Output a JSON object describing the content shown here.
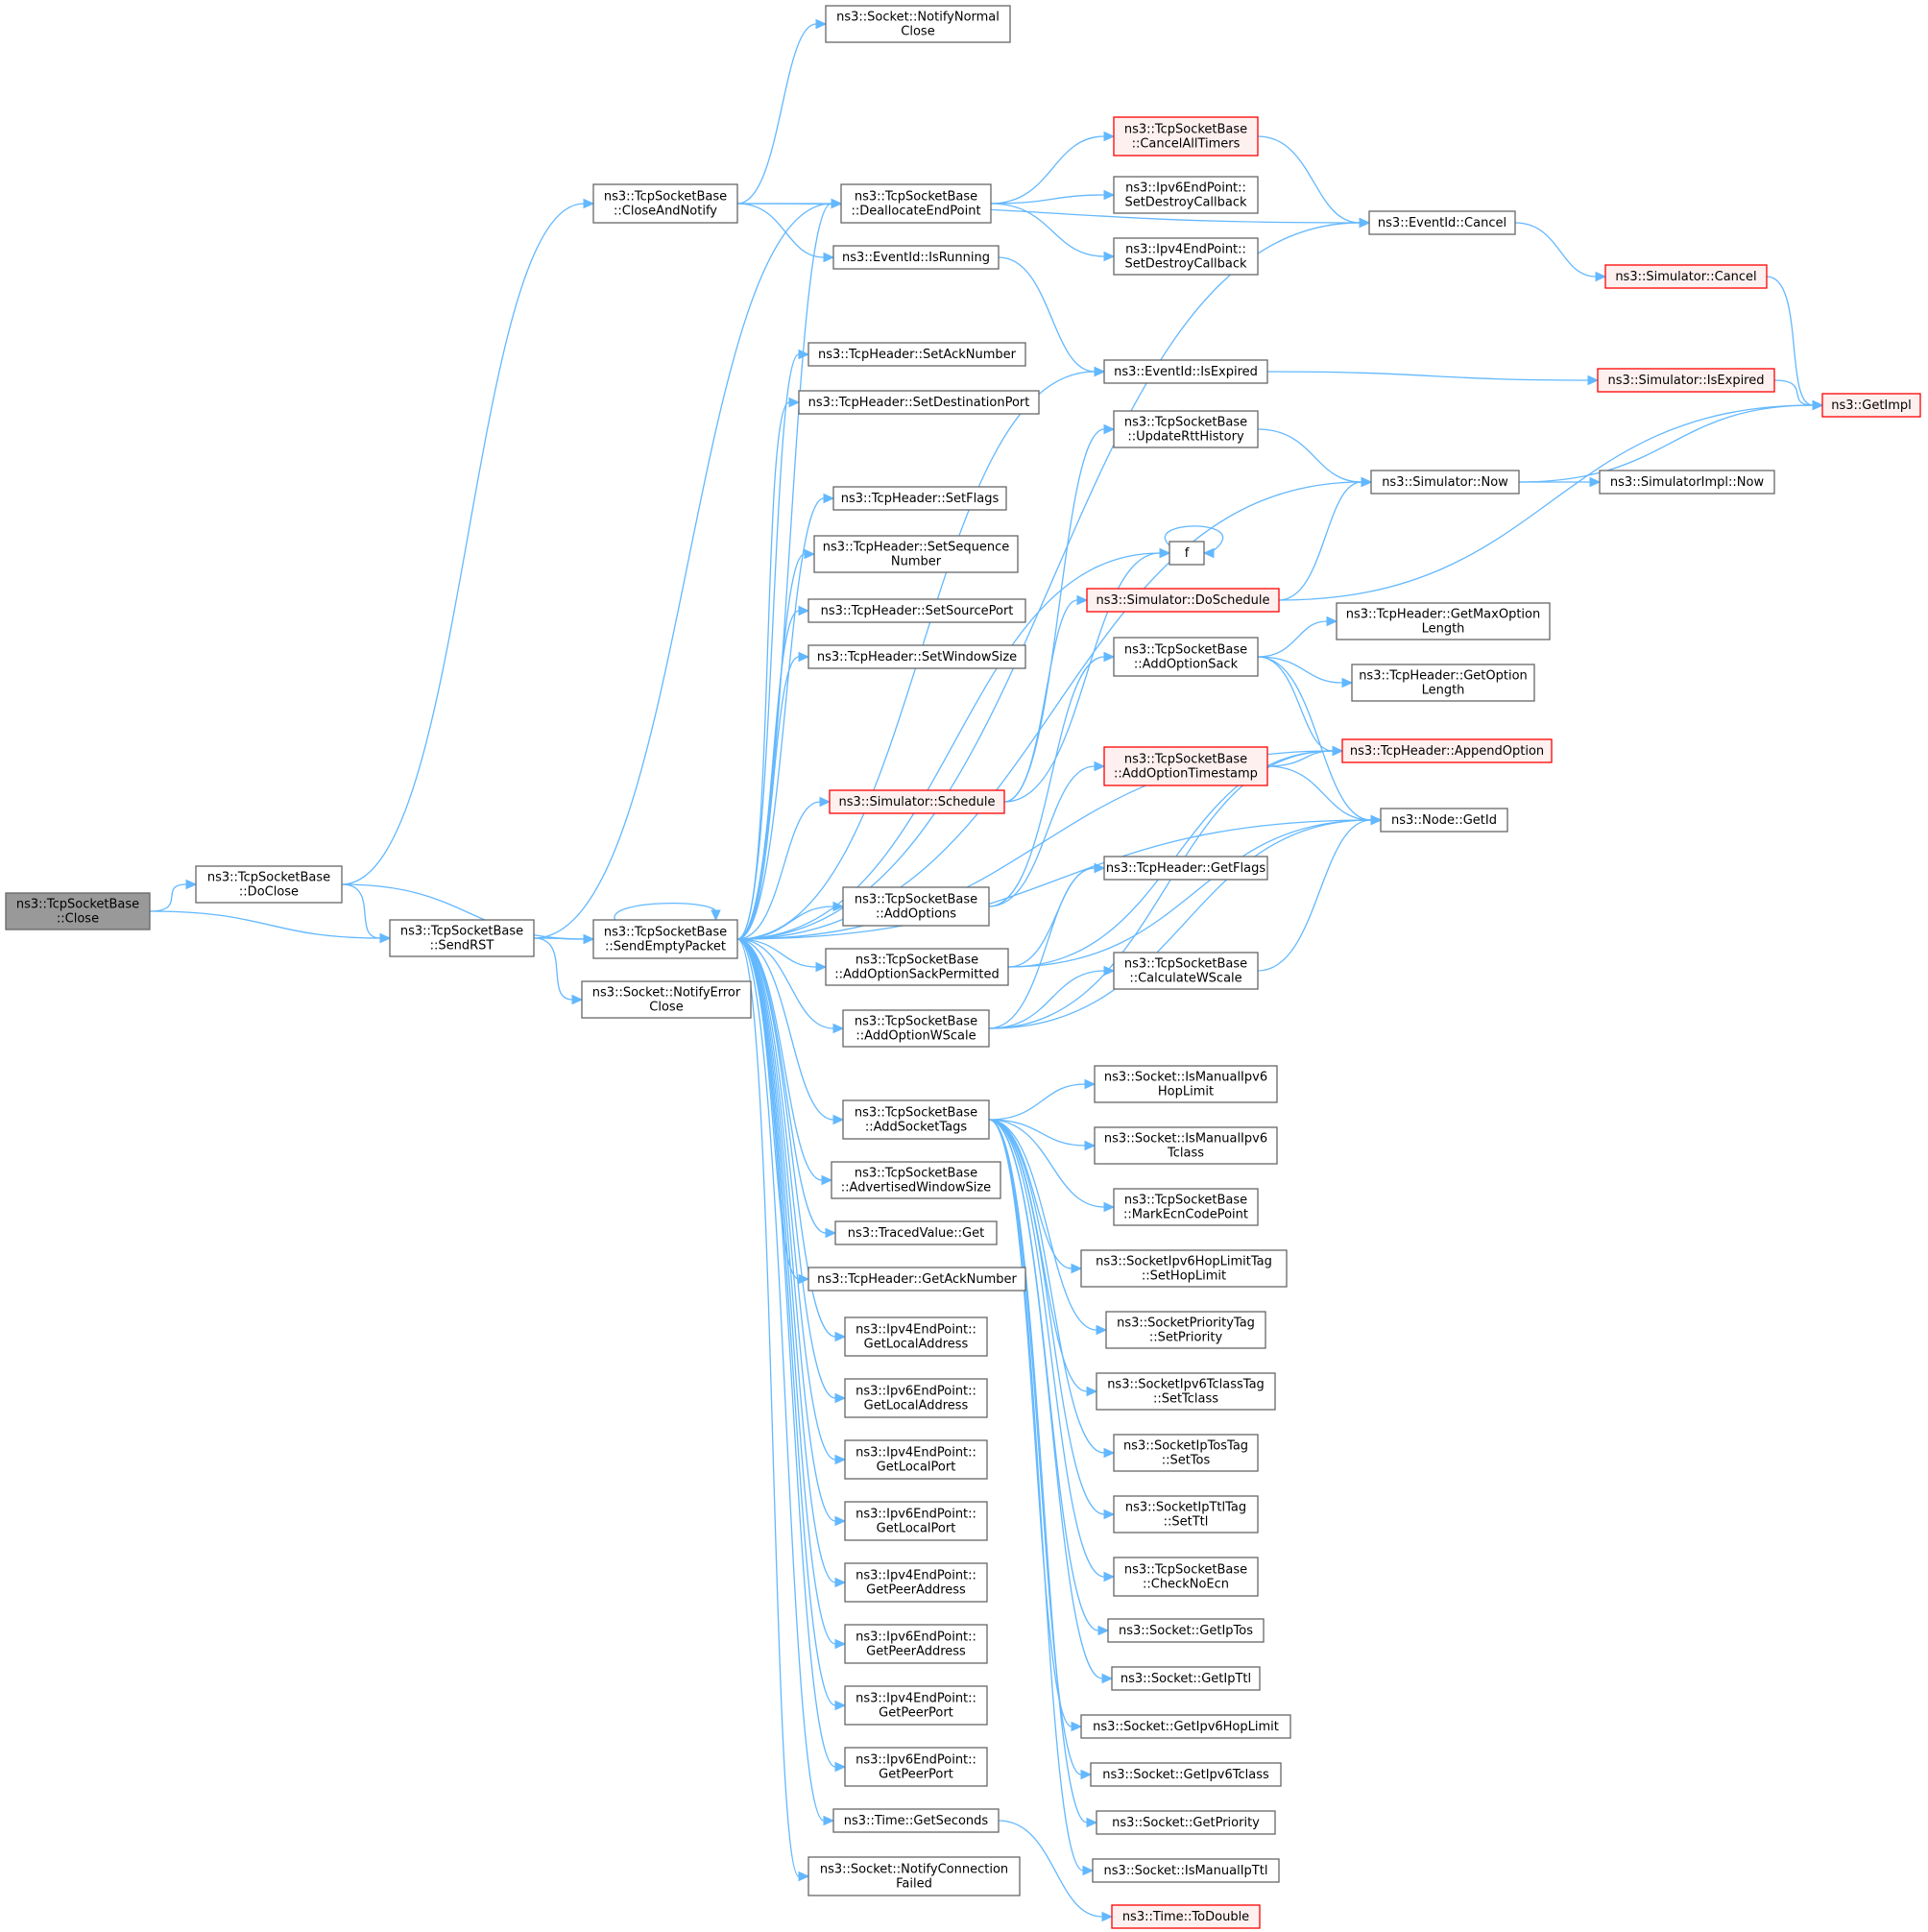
{
  "colors": {
    "edge": "#63b8ff",
    "border": "#666666",
    "truncated_border": "#ff0000",
    "truncated_fill": "#fff0f0",
    "root_fill": "#999999"
  },
  "nodes": [
    {
      "id": "close",
      "lines": [
        "ns3::TcpSocketBase",
        "::Close"
      ],
      "kind": "root"
    },
    {
      "id": "doclose",
      "lines": [
        "ns3::TcpSocketBase",
        "::DoClose"
      ],
      "kind": "normal"
    },
    {
      "id": "closeandnotify",
      "lines": [
        "ns3::TcpSocketBase",
        "::CloseAndNotify"
      ],
      "kind": "normal"
    },
    {
      "id": "sendrst",
      "lines": [
        "ns3::TcpSocketBase",
        "::SendRST"
      ],
      "kind": "normal"
    },
    {
      "id": "sendempty",
      "lines": [
        "ns3::TcpSocketBase",
        "::SendEmptyPacket"
      ],
      "kind": "normal"
    },
    {
      "id": "notifyerror",
      "lines": [
        "ns3::Socket::NotifyError",
        "Close"
      ],
      "kind": "normal"
    },
    {
      "id": "notifynormal",
      "lines": [
        "ns3::Socket::NotifyNormal",
        "Close"
      ],
      "kind": "normal"
    },
    {
      "id": "dealloc",
      "lines": [
        "ns3::TcpSocketBase",
        "::DeallocateEndPoint"
      ],
      "kind": "normal"
    },
    {
      "id": "isrunning",
      "lines": [
        "ns3::EventId::IsRunning"
      ],
      "kind": "normal"
    },
    {
      "id": "canceltimers",
      "lines": [
        "ns3::TcpSocketBase",
        "::CancelAllTimers"
      ],
      "kind": "trunc"
    },
    {
      "id": "ipv6destroy",
      "lines": [
        "ns3::Ipv6EndPoint::",
        "SetDestroyCallback"
      ],
      "kind": "normal"
    },
    {
      "id": "ipv4destroy",
      "lines": [
        "ns3::Ipv4EndPoint::",
        "SetDestroyCallback"
      ],
      "kind": "normal"
    },
    {
      "id": "eventcancel",
      "lines": [
        "ns3::EventId::Cancel"
      ],
      "kind": "normal"
    },
    {
      "id": "simcancel",
      "lines": [
        "ns3::Simulator::Cancel"
      ],
      "kind": "trunc"
    },
    {
      "id": "getimpl",
      "lines": [
        "ns3::GetImpl"
      ],
      "kind": "trunc"
    },
    {
      "id": "isexpired",
      "lines": [
        "ns3::EventId::IsExpired"
      ],
      "kind": "normal"
    },
    {
      "id": "simisexpired",
      "lines": [
        "ns3::Simulator::IsExpired"
      ],
      "kind": "trunc"
    },
    {
      "id": "setack",
      "lines": [
        "ns3::TcpHeader::SetAckNumber"
      ],
      "kind": "normal"
    },
    {
      "id": "setdst",
      "lines": [
        "ns3::TcpHeader::SetDestinationPort"
      ],
      "kind": "normal"
    },
    {
      "id": "setflags",
      "lines": [
        "ns3::TcpHeader::SetFlags"
      ],
      "kind": "normal"
    },
    {
      "id": "setseq",
      "lines": [
        "ns3::TcpHeader::SetSequence",
        "Number"
      ],
      "kind": "normal"
    },
    {
      "id": "setsrc",
      "lines": [
        "ns3::TcpHeader::SetSourcePort"
      ],
      "kind": "normal"
    },
    {
      "id": "setwin",
      "lines": [
        "ns3::TcpHeader::SetWindowSize"
      ],
      "kind": "normal"
    },
    {
      "id": "updatertt",
      "lines": [
        "ns3::TcpSocketBase",
        "::UpdateRttHistory"
      ],
      "kind": "normal"
    },
    {
      "id": "simnow",
      "lines": [
        "ns3::Simulator::Now"
      ],
      "kind": "normal"
    },
    {
      "id": "simimplnow",
      "lines": [
        "ns3::SimulatorImpl::Now"
      ],
      "kind": "normal"
    },
    {
      "id": "f",
      "lines": [
        "f"
      ],
      "kind": "normal"
    },
    {
      "id": "doschedule",
      "lines": [
        "ns3::Simulator::DoSchedule"
      ],
      "kind": "trunc"
    },
    {
      "id": "schedule",
      "lines": [
        "ns3::Simulator::Schedule"
      ],
      "kind": "trunc"
    },
    {
      "id": "addoptsack",
      "lines": [
        "ns3::TcpSocketBase",
        "::AddOptionSack"
      ],
      "kind": "normal"
    },
    {
      "id": "getmaxopt",
      "lines": [
        "ns3::TcpHeader::GetMaxOption",
        "Length"
      ],
      "kind": "normal"
    },
    {
      "id": "getoptlen",
      "lines": [
        "ns3::TcpHeader::GetOption",
        "Length"
      ],
      "kind": "normal"
    },
    {
      "id": "appendopt",
      "lines": [
        "ns3::TcpHeader::AppendOption"
      ],
      "kind": "trunc"
    },
    {
      "id": "addoptts",
      "lines": [
        "ns3::TcpSocketBase",
        "::AddOptionTimestamp"
      ],
      "kind": "trunc"
    },
    {
      "id": "nodegetid",
      "lines": [
        "ns3::Node::GetId"
      ],
      "kind": "normal"
    },
    {
      "id": "getflags",
      "lines": [
        "ns3::TcpHeader::GetFlags"
      ],
      "kind": "normal"
    },
    {
      "id": "addoptions",
      "lines": [
        "ns3::TcpSocketBase",
        "::AddOptions"
      ],
      "kind": "normal"
    },
    {
      "id": "addoptsackperm",
      "lines": [
        "ns3::TcpSocketBase",
        "::AddOptionSackPermitted"
      ],
      "kind": "normal"
    },
    {
      "id": "calcwscale",
      "lines": [
        "ns3::TcpSocketBase",
        "::CalculateWScale"
      ],
      "kind": "normal"
    },
    {
      "id": "addoptwscale",
      "lines": [
        "ns3::TcpSocketBase",
        "::AddOptionWScale"
      ],
      "kind": "normal"
    },
    {
      "id": "addsockettags",
      "lines": [
        "ns3::TcpSocketBase",
        "::AddSocketTags"
      ],
      "kind": "normal"
    },
    {
      "id": "ismanualhop",
      "lines": [
        "ns3::Socket::IsManualIpv6",
        "HopLimit"
      ],
      "kind": "normal"
    },
    {
      "id": "ismanualtclass",
      "lines": [
        "ns3::Socket::IsManualIpv6",
        "Tclass"
      ],
      "kind": "normal"
    },
    {
      "id": "markecn",
      "lines": [
        "ns3::TcpSocketBase",
        "::MarkEcnCodePoint"
      ],
      "kind": "normal"
    },
    {
      "id": "sethoplimit",
      "lines": [
        "ns3::SocketIpv6HopLimitTag",
        "::SetHopLimit"
      ],
      "kind": "normal"
    },
    {
      "id": "setpriority",
      "lines": [
        "ns3::SocketPriorityTag",
        "::SetPriority"
      ],
      "kind": "normal"
    },
    {
      "id": "settclass",
      "lines": [
        "ns3::SocketIpv6TclassTag",
        "::SetTclass"
      ],
      "kind": "normal"
    },
    {
      "id": "settos",
      "lines": [
        "ns3::SocketIpTosTag",
        "::SetTos"
      ],
      "kind": "normal"
    },
    {
      "id": "setttl",
      "lines": [
        "ns3::SocketIpTtlTag",
        "::SetTtl"
      ],
      "kind": "normal"
    },
    {
      "id": "checknoecn",
      "lines": [
        "ns3::TcpSocketBase",
        "::CheckNoEcn"
      ],
      "kind": "normal"
    },
    {
      "id": "getiptos",
      "lines": [
        "ns3::Socket::GetIpTos"
      ],
      "kind": "normal"
    },
    {
      "id": "getipttl",
      "lines": [
        "ns3::Socket::GetIpTtl"
      ],
      "kind": "normal"
    },
    {
      "id": "getipv6hop",
      "lines": [
        "ns3::Socket::GetIpv6HopLimit"
      ],
      "kind": "normal"
    },
    {
      "id": "getipv6tclass",
      "lines": [
        "ns3::Socket::GetIpv6Tclass"
      ],
      "kind": "normal"
    },
    {
      "id": "getpriority",
      "lines": [
        "ns3::Socket::GetPriority"
      ],
      "kind": "normal"
    },
    {
      "id": "ismanualipttl",
      "lines": [
        "ns3::Socket::IsManualIpTtl"
      ],
      "kind": "normal"
    },
    {
      "id": "advwin",
      "lines": [
        "ns3::TcpSocketBase",
        "::AdvertisedWindowSize"
      ],
      "kind": "normal"
    },
    {
      "id": "tracedget",
      "lines": [
        "ns3::TracedValue::Get"
      ],
      "kind": "normal"
    },
    {
      "id": "getacknum",
      "lines": [
        "ns3::TcpHeader::GetAckNumber"
      ],
      "kind": "normal"
    },
    {
      "id": "ipv4locaddr",
      "lines": [
        "ns3::Ipv4EndPoint::",
        "GetLocalAddress"
      ],
      "kind": "normal"
    },
    {
      "id": "ipv6locaddr",
      "lines": [
        "ns3::Ipv6EndPoint::",
        "GetLocalAddress"
      ],
      "kind": "normal"
    },
    {
      "id": "ipv4locport",
      "lines": [
        "ns3::Ipv4EndPoint::",
        "GetLocalPort"
      ],
      "kind": "normal"
    },
    {
      "id": "ipv6locport",
      "lines": [
        "ns3::Ipv6EndPoint::",
        "GetLocalPort"
      ],
      "kind": "normal"
    },
    {
      "id": "ipv4peeraddr",
      "lines": [
        "ns3::Ipv4EndPoint::",
        "GetPeerAddress"
      ],
      "kind": "normal"
    },
    {
      "id": "ipv6peeraddr",
      "lines": [
        "ns3::Ipv6EndPoint::",
        "GetPeerAddress"
      ],
      "kind": "normal"
    },
    {
      "id": "ipv4peerport",
      "lines": [
        "ns3::Ipv4EndPoint::",
        "GetPeerPort"
      ],
      "kind": "normal"
    },
    {
      "id": "ipv6peerport",
      "lines": [
        "ns3::Ipv6EndPoint::",
        "GetPeerPort"
      ],
      "kind": "normal"
    },
    {
      "id": "getseconds",
      "lines": [
        "ns3::Time::GetSeconds"
      ],
      "kind": "normal"
    },
    {
      "id": "todouble",
      "lines": [
        "ns3::Time::ToDouble"
      ],
      "kind": "trunc"
    },
    {
      "id": "notifyconnfail",
      "lines": [
        "ns3::Socket::NotifyConnection",
        "Failed"
      ],
      "kind": "normal"
    }
  ],
  "edges": [
    [
      "close",
      "doclose"
    ],
    [
      "close",
      "sendrst"
    ],
    [
      "doclose",
      "closeandnotify"
    ],
    [
      "doclose",
      "sendrst"
    ],
    [
      "doclose",
      "sendempty"
    ],
    [
      "closeandnotify",
      "notifynormal"
    ],
    [
      "closeandnotify",
      "dealloc"
    ],
    [
      "closeandnotify",
      "isrunning"
    ],
    [
      "closeandnotify",
      "eventcancel"
    ],
    [
      "sendrst",
      "dealloc"
    ],
    [
      "sendrst",
      "sendempty"
    ],
    [
      "sendrst",
      "notifyerror"
    ],
    [
      "dealloc",
      "canceltimers"
    ],
    [
      "dealloc",
      "ipv6destroy"
    ],
    [
      "dealloc",
      "ipv4destroy"
    ],
    [
      "canceltimers",
      "eventcancel"
    ],
    [
      "isrunning",
      "isexpired"
    ],
    [
      "eventcancel",
      "simcancel"
    ],
    [
      "simcancel",
      "getimpl"
    ],
    [
      "isexpired",
      "simisexpired"
    ],
    [
      "simisexpired",
      "getimpl"
    ],
    [
      "updatertt",
      "simnow"
    ],
    [
      "simnow",
      "getimpl"
    ],
    [
      "simnow",
      "simimplnow"
    ],
    [
      "f",
      "f"
    ],
    [
      "doschedule",
      "simnow"
    ],
    [
      "doschedule",
      "getimpl"
    ],
    [
      "schedule",
      "f"
    ],
    [
      "schedule",
      "doschedule"
    ],
    [
      "schedule",
      "updatertt"
    ],
    [
      "addoptsack",
      "getmaxopt"
    ],
    [
      "addoptsack",
      "getoptlen"
    ],
    [
      "addoptsack",
      "appendopt"
    ],
    [
      "addoptsack",
      "nodegetid"
    ],
    [
      "addoptts",
      "appendopt"
    ],
    [
      "addoptts",
      "nodegetid"
    ],
    [
      "addoptions",
      "addoptsack"
    ],
    [
      "addoptions",
      "addoptts"
    ],
    [
      "addoptsackperm",
      "getflags"
    ],
    [
      "addoptsackperm",
      "appendopt"
    ],
    [
      "addoptsackperm",
      "nodegetid"
    ],
    [
      "addoptwscale",
      "getflags"
    ],
    [
      "addoptwscale",
      "calcwscale"
    ],
    [
      "addoptwscale",
      "appendopt"
    ],
    [
      "addoptwscale",
      "nodegetid"
    ],
    [
      "calcwscale",
      "nodegetid"
    ],
    [
      "addsockettags",
      "ismanualhop"
    ],
    [
      "addsockettags",
      "ismanualtclass"
    ],
    [
      "addsockettags",
      "markecn"
    ],
    [
      "addsockettags",
      "sethoplimit"
    ],
    [
      "addsockettags",
      "setpriority"
    ],
    [
      "addsockettags",
      "settclass"
    ],
    [
      "addsockettags",
      "settos"
    ],
    [
      "addsockettags",
      "setttl"
    ],
    [
      "addsockettags",
      "checknoecn"
    ],
    [
      "addsockettags",
      "getiptos"
    ],
    [
      "addsockettags",
      "getipttl"
    ],
    [
      "addsockettags",
      "getipv6hop"
    ],
    [
      "addsockettags",
      "getipv6tclass"
    ],
    [
      "addsockettags",
      "getpriority"
    ],
    [
      "addsockettags",
      "ismanualipttl"
    ],
    [
      "getseconds",
      "todouble"
    ],
    [
      "sendempty",
      "sendempty"
    ],
    [
      "sendempty",
      "dealloc"
    ],
    [
      "sendempty",
      "eventcancel"
    ],
    [
      "sendempty",
      "isexpired"
    ],
    [
      "sendempty",
      "setack"
    ],
    [
      "sendempty",
      "setdst"
    ],
    [
      "sendempty",
      "setflags"
    ],
    [
      "sendempty",
      "setseq"
    ],
    [
      "sendempty",
      "setsrc"
    ],
    [
      "sendempty",
      "setwin"
    ],
    [
      "sendempty",
      "simnow"
    ],
    [
      "sendempty",
      "f"
    ],
    [
      "sendempty",
      "schedule"
    ],
    [
      "sendempty",
      "appendopt"
    ],
    [
      "sendempty",
      "nodegetid"
    ],
    [
      "sendempty",
      "addoptions"
    ],
    [
      "sendempty",
      "addoptsackperm"
    ],
    [
      "sendempty",
      "addoptwscale"
    ],
    [
      "sendempty",
      "addsockettags"
    ],
    [
      "sendempty",
      "advwin"
    ],
    [
      "sendempty",
      "tracedget"
    ],
    [
      "sendempty",
      "getacknum"
    ],
    [
      "sendempty",
      "ipv4locaddr"
    ],
    [
      "sendempty",
      "ipv6locaddr"
    ],
    [
      "sendempty",
      "ipv4locport"
    ],
    [
      "sendempty",
      "ipv6locport"
    ],
    [
      "sendempty",
      "ipv4peeraddr"
    ],
    [
      "sendempty",
      "ipv6peeraddr"
    ],
    [
      "sendempty",
      "ipv4peerport"
    ],
    [
      "sendempty",
      "ipv6peerport"
    ],
    [
      "sendempty",
      "getseconds"
    ],
    [
      "sendempty",
      "notifyconnfail"
    ]
  ]
}
